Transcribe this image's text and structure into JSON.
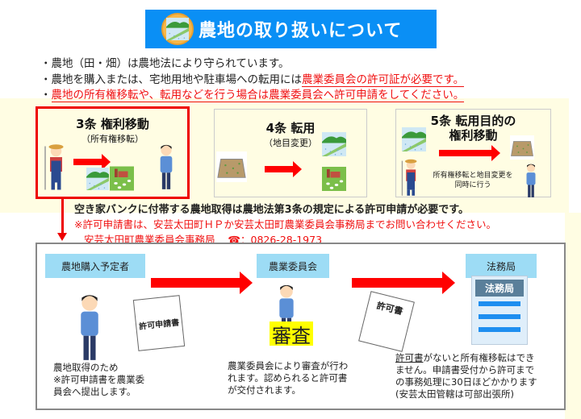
{
  "title": {
    "text": "農地の取り扱いについて",
    "icon": "farmland-icon"
  },
  "bullets": [
    {
      "prefix": "・",
      "text": "農地（田・畑）は農地法により守られています。"
    },
    {
      "prefix": "・",
      "text": "農地を購入または、宅地用地や駐車場への転用には",
      "red": "農業委員会の許可証が必要です。"
    },
    {
      "prefix": "・",
      "red": "農地の所有権移転や、転用などを行う場合は農業委員会へ許可申請をしてください。"
    }
  ],
  "articles": [
    {
      "title": "3条  権利移動",
      "sub": "（所有権移転）"
    },
    {
      "title": "4条  転用",
      "sub": "（地目変更）"
    },
    {
      "title": "5条  転用目的の",
      "title2": "権利移動",
      "note1": "所有権移転と地目変更を",
      "note2": "同時に行う"
    }
  ],
  "notice": {
    "main": "空き家バンクに付帯する農地取得は農地法第3条の規定による許可申請が必要です。",
    "note": "※許可申請書は、安芸太田町ＨＰか安芸太田町農業委員会事務局までお問い合わせください。",
    "office": "安芸太田町農業委員会事務局",
    "phone": "☎：0826-28-1973"
  },
  "flow": {
    "steps": [
      {
        "label": "農地購入予定者",
        "lines": [
          "農地取得のため",
          "※許可申請書を農業委",
          "員会へ提出します。"
        ]
      },
      {
        "label": "農業委員会",
        "badge": "審査",
        "lines": [
          "農業委員会により審査が行わ",
          "れます。認められると許可書",
          "が交付されます。"
        ]
      },
      {
        "label": "法務局",
        "sign": "法務局",
        "first_ul": "許可書",
        "first_rest": "がないと所有権移転はでき",
        "lines": [
          "ません。申請書受付から許可まで",
          "の事務処理に30日ほどかかります",
          "(安芸太田管轄は可部出張所)"
        ]
      }
    ],
    "doc1": "許可申請書",
    "doc2": "許可書"
  },
  "colors": {
    "accent": "#0a8ff5",
    "red": "#f01010",
    "label": "#9ddcf5",
    "yellow": "#fffde3"
  }
}
